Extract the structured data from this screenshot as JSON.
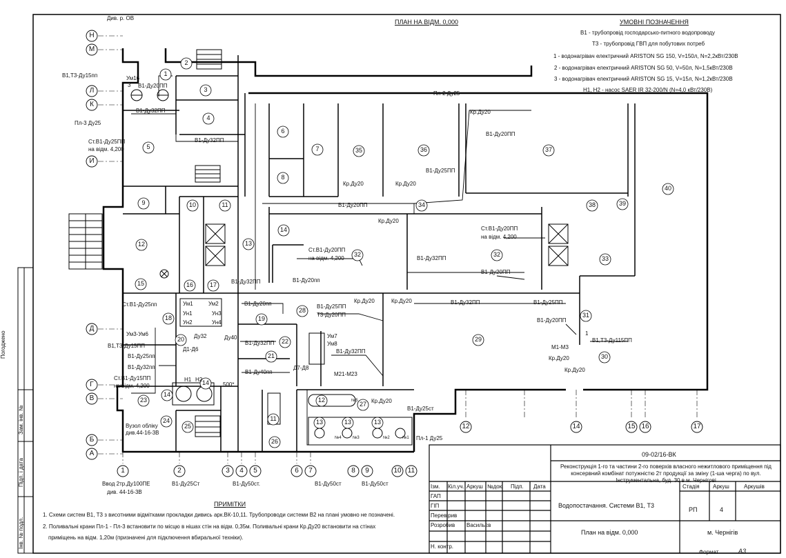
{
  "plan_title": "ПЛАН НА ВІДМ. 0,000",
  "legend": {
    "title": "УМОВНІ ПОЗНАЧЕННЯ",
    "items": [
      "В1 - трубопровід господарсько-питного водопроводу",
      "Т3 - трубопровід ГВП для побутових потреб",
      "1 - водонагрівач електричний ARISTON SG 150, V=150л, N=2,2кВт/230В",
      "2 - водонагрівач електричний ARISTON SG 50, V=50л, N=1,5кВт/230В",
      "3 - водонагрівач електричний ARISTON SG 15, V=15л, N=1,2кВт/230В",
      "Н1, Н2 - насос SAER IR 32-200/N (N=4,0 кВт/230В)"
    ]
  },
  "notes": {
    "title": "ПРИМІТКИ",
    "lines": [
      "1. Схеми систем В1, Т3 з висотними відмітками прокладки дивись арк.ВК-10,11. Трубопроводи системи В2 на плані умовно не позначені.",
      "2. Поливальні крани Пл-1 - Пл-3 встановити по місцю в нішах стін на відм. 0,35м. Поливальні крани Кр.Ду20 встановити на стінах",
      "приміщень на відм. 1,20м (призначені для підключення вбиральної техніки)."
    ]
  },
  "axes": {
    "rows": [
      "Н",
      "М",
      "Л",
      "К",
      "И",
      "Д",
      "Г",
      "В",
      "Б",
      "А"
    ],
    "cols_bottom": [
      "1",
      "2",
      "3",
      "4",
      "5",
      "6",
      "7",
      "8",
      "9",
      "10",
      "11",
      "12",
      "14",
      "15",
      "16",
      "17"
    ]
  },
  "rooms": [
    "1",
    "2",
    "3",
    "4",
    "5",
    "6",
    "7",
    "8",
    "9",
    "10",
    "11",
    "12",
    "13",
    "14",
    "15",
    "16",
    "17",
    "18",
    "19",
    "20",
    "21",
    "22",
    "23",
    "24",
    "25",
    "26",
    "27",
    "28",
    "29",
    "30",
    "31",
    "32",
    "32",
    "33",
    "34",
    "35",
    "36",
    "37",
    "38",
    "39",
    "40",
    "11",
    "12",
    "13",
    "13",
    "13",
    "14",
    "14"
  ],
  "pipe_labels": [
    "Див. р. ОВ",
    "В1,Т3-Ду15пп",
    "Ум16",
    "3",
    "Пл-3 Ду25",
    "В1-Ду20ПП",
    "В1-Ду32ПП",
    "В1-Ду32ПП",
    "Ст.В1-Ду25ПП",
    "на відм. 4,200",
    "Пл-2 Ду25",
    "Кр.Ду20",
    "В1-Ду20ПП",
    "В1-Ду25ПП",
    "Кр.Ду20",
    "Кр.Ду20",
    "В1-Ду20ПП",
    "Кр.Ду20",
    "Ст.В1-Ду20ПП",
    "на відм. 4,200",
    "Ст.В1-Ду20ПП",
    "на відм. 4,200",
    "В1-Ду32ПП",
    "В1-Ду20ПП",
    "В1-Ду32ПП",
    "В1-Ду20пп",
    "Кр.Ду20",
    "Кр.Ду20",
    "В1-Ду32ПП",
    "В1-Ду25ПП",
    "В1-Ду20пп",
    "В1-Ду25ПП",
    "Т3-Ду20ПП",
    "В1-Ду20ПП",
    "1",
    "В1,Т3-Ду115ПП",
    "М1-М3",
    "Кр.Ду20",
    "Кр.Ду20",
    "Ст.В1-Ду25пп",
    "Ум1",
    "Ум2",
    "Ун1",
    "Ун2",
    "Ун3",
    "Ун4",
    "Ду32",
    "Ду40",
    "Ум3-Ум6",
    "В1,Т3-Ду15ПП",
    "Д1-Д6",
    "В1-Ду25пп",
    "В1-Ду32пп",
    "В1-Ду32ПП",
    "Ум7",
    "Ум8",
    "Д7-Д8",
    "В1-Ду32ПП",
    "М21-М23",
    "Ст.В1-Ду15ПП",
    "на відм. 4,200",
    "Н1",
    "Н2",
    "500*",
    "В1-Ду40пп",
    "Кр.Ду20",
    "В1-Ду25ст",
    "Пл-1 Ду25",
    "Вузол обліку",
    "див.44-16-3В",
    "Ввод 2тр.Ду100ПЕ",
    "див. 44-16-3В",
    "В1-Ду25Ст",
    "В1-Ду50ст.",
    "В1-Ду50ст",
    "В1-Ду50ст",
    "№5",
    "№4",
    "№3",
    "№2",
    "№1"
  ],
  "stamp": {
    "code": "09-02/16-ВК",
    "project": "Реконструкція 1-го та частини 2-го поверхів власного нежитлового приміщення під консервний комбінат потужністю 2т продукції за зміну (1-ша черга) по вул. Інструментальна, буд. 30 в м. Чернігові",
    "drawing": "Водопостачання. Системи В1, Т3",
    "sheet_name": "План на відм. 0,000",
    "city": "м. Чернігів",
    "headers": [
      "Ізм.",
      "Кіл.уч.",
      "Аркуш",
      "№док.",
      "Підп.",
      "Дата"
    ],
    "roles": [
      "ГАП",
      "ГІП",
      "Перевірив",
      "Розробив",
      "",
      "Н. контр."
    ],
    "developer": "Васильєв",
    "col_headers": [
      "Стадія",
      "Аркуш",
      "Аркушів"
    ],
    "stage": "РП",
    "sheet_no": "4",
    "sheets_total": "",
    "format_label": "Формат",
    "format": "А3"
  },
  "side_stamp": [
    "Погоджено",
    "Зам. інв. №",
    "Підп. і дата",
    "Інв. № подл."
  ]
}
